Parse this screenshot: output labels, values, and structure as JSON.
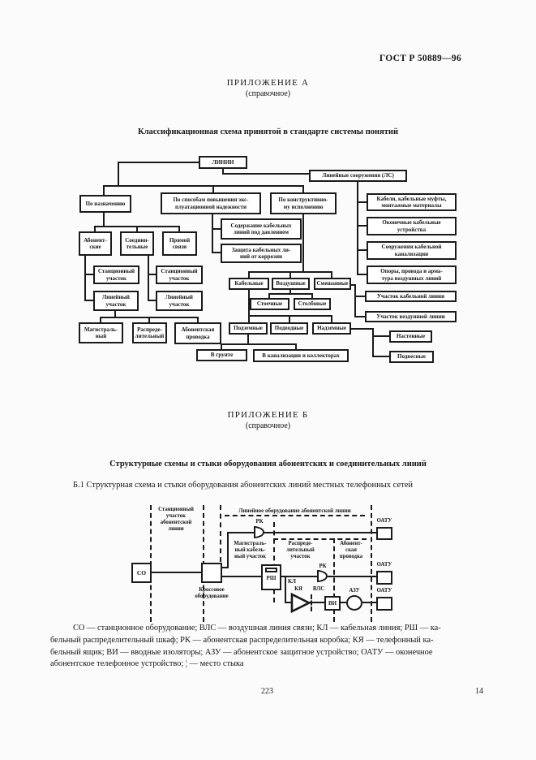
{
  "header": {
    "doc_number": "ГОСТ Р 50889—96"
  },
  "appendix_a": {
    "title": "ПРИЛОЖЕНИЕ А",
    "note": "(справочное)",
    "heading": "Классификационная схема принятой в стандарте системы понятий",
    "nodes": {
      "linii": "ЛИНИИ",
      "ls": "Линейные сооружения (ЛС)",
      "naznach": "По назначению",
      "sposob": "По способам повышения экс-\nплуатационной надежности",
      "konstr": "По конструктивно-\nму исполнению",
      "abon": "Абонент-\nские",
      "soed": "Соедини-\nтельные",
      "pryamoy": "Прямой\nсвязи",
      "stanc1": "Станционный\nучасток",
      "lin1": "Линейный\nучасток",
      "stanc2": "Станционный\nучасток",
      "lin2": "Линейный\nучасток",
      "magistr": "Магистраль-\nный",
      "raspred": "Распреде-\nлительный",
      "abonprov": "Абонентская\nпроводка",
      "soderzh": "Содержание кабельных\nлиний под давлением",
      "zashchita": "Защита кабельных ли-\nний от коррозии",
      "kabelnye": "Кабельные",
      "vozdushnye": "Воздушные",
      "smeshannye": "Смешанные",
      "stoechnye": "Стоечные",
      "stolbovye": "Столбовые",
      "podzemnye": "Подземные",
      "podvodnye": "Подводные",
      "nadzemnye": "Надземные",
      "vgrunte": "В грунте",
      "vkanalizacii": "В канализации и коллекторах",
      "nastennye": "Настенные",
      "podvesnye": "Подвесные",
      "kabeli": "Кабели, кабельные муфты,\nмонтажные материалы",
      "okonechnye": "Оконечные кабельные\nустройства",
      "sooruzheniya": "Сооружения кабельной\nканализации",
      "opory": "Опоры, провода и арма-\nтура воздушных линий",
      "uch_kab": "Участок кабельной линии",
      "uch_vozd": "Участок воздушной линии"
    }
  },
  "appendix_b": {
    "title": "ПРИЛОЖЕНИЕ Б",
    "note": "(справочное)",
    "heading": "Структурные схемы и стыки оборудования абонентских и соединительных линий",
    "para": "Б.1 Структурная схема и стыки оборудования абонентских линий местных телефонных сетей",
    "diagram": {
      "station_section": "Станционный\nучасток\nабонентской\nлинии",
      "line_equipment": "Линейное оборудование абонентской линии",
      "main_section": "Магистраль-\nный кабель-\nный участок",
      "distr_section": "Распреде-\nлительный\nучасток",
      "abon_wiring": "Абонент-\nская\nпроводка",
      "co": "СО",
      "cross_label": "Кроссовое\nоборудование",
      "rsh": "РШ",
      "rk1": "РК",
      "rk2": "РК",
      "oatu1": "ОАТУ",
      "oatu2": "ОАТУ",
      "oatu3": "ОАТУ",
      "kl": "КЛ",
      "kya": "КЯ",
      "vls": "ВЛС",
      "vi": "ВИ",
      "azu": "АЗУ"
    },
    "caption": "СО — станционное оборудование; ВЛС — воздушная линия связи; КЛ — кабельная линия; РШ — ка-\nбельный распределительный шкаф; РК — абонентская распределительная коробка; КЯ — телефонный ка-\nбельный ящик; ВИ — вводные изоляторы; АЗУ — абонентское защитное устройство; ОАТУ — оконечное\nабонентское телефонное устройство; ¦ — место стыка"
  },
  "footer": {
    "page_center": "223",
    "page_right": "14"
  }
}
